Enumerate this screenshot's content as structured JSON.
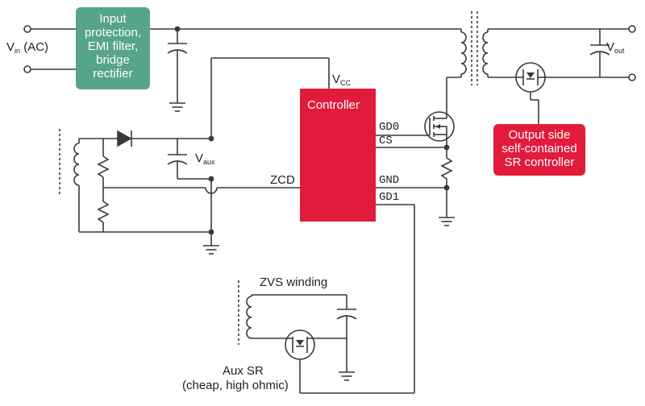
{
  "colors": {
    "wire": "#3a3a3a",
    "input_block": "#56a48a",
    "controller": "#e21b3c",
    "output_sr": "#e21b3c"
  },
  "labels": {
    "vin_main": "V",
    "vin_sub": "in",
    "vin_suffix": " (AC)",
    "vout_main": "V",
    "vout_sub": "out",
    "vcc_main": "V",
    "vcc_sub": "CC",
    "vaux_main": "V",
    "vaux_sub": "aux",
    "zcd": "ZCD",
    "zvs_winding": "ZVS winding",
    "aux_sr_line1": "Aux SR",
    "aux_sr_line2": "(cheap, high ohmic)"
  },
  "input_block": {
    "lines": [
      "Input",
      "protection,",
      "EMI filter,",
      "bridge",
      "rectifier"
    ]
  },
  "controller": {
    "title": "Controller",
    "pins": [
      "GD0",
      "CS",
      "GND",
      "GD1"
    ]
  },
  "output_sr": {
    "lines": [
      "Output side",
      "self-contained",
      "SR controller"
    ]
  }
}
